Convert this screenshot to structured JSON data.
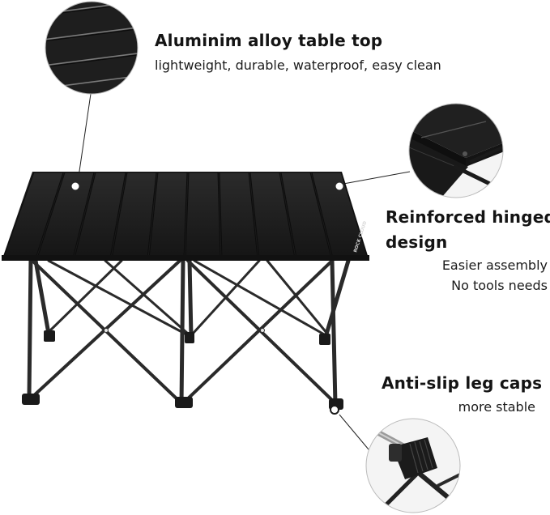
{
  "features": {
    "top": {
      "title": "Aluminim alloy table top",
      "subtitle": "lightweight, durable, waterproof, easy clean"
    },
    "hinge": {
      "title_line1": "Reinforced hinged",
      "title_line2": "design",
      "line1": "Easier assembly",
      "line2": "No tools needs"
    },
    "caps": {
      "title": "Anti-slip leg caps",
      "subtitle": "more stable"
    }
  },
  "logo_text": "ROCK CLOUD",
  "colors": {
    "table": "#1b1b1b",
    "slat": "#242424",
    "frame": "#2a2a2a",
    "text": "#141414"
  }
}
